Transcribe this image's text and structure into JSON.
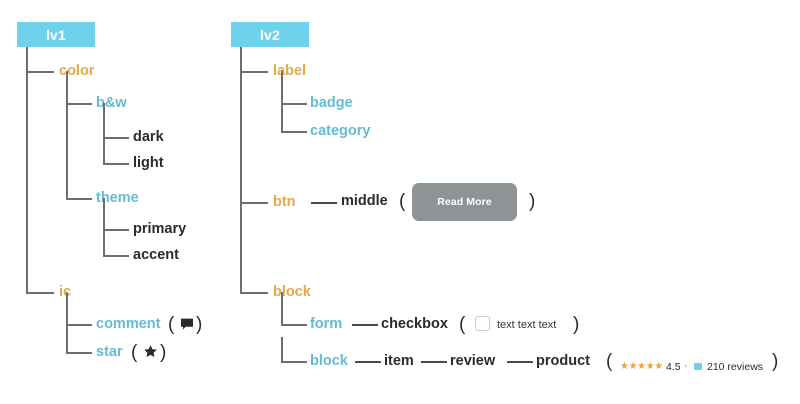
{
  "diagram": {
    "title": "component hierarchy tree",
    "colors": {
      "root_box_bg": "#6FD2EC",
      "level1_text": "#E5A94A",
      "level2_text": "#64BBD2",
      "level3_text": "#2B2B2B",
      "connector": "#6E6E6E",
      "button_bg": "#8E9396",
      "star": "#F0A23C",
      "review_chip": "#6FD2EC"
    },
    "trees": [
      {
        "root": "lv1",
        "nodes": [
          {
            "label": "color",
            "level": 1
          },
          {
            "label": "b&w",
            "level": 2
          },
          {
            "label": "dark",
            "level": 3
          },
          {
            "label": "light",
            "level": 3
          },
          {
            "label": "theme",
            "level": 2
          },
          {
            "label": "primary",
            "level": 3
          },
          {
            "label": "accent",
            "level": 3
          },
          {
            "label": "ic",
            "level": 1
          },
          {
            "label": "comment",
            "level": 2,
            "icon": "comment-icon",
            "glyph": "⬛"
          },
          {
            "label": "star",
            "level": 2,
            "icon": "star-icon",
            "glyph": "★"
          }
        ]
      },
      {
        "root": "lv2",
        "nodes": [
          {
            "label": "label",
            "level": 1
          },
          {
            "label": "badge",
            "level": 2
          },
          {
            "label": "category",
            "level": 2
          },
          {
            "label": "btn",
            "level": 1
          },
          {
            "label": "middle",
            "level": 3
          },
          {
            "label": "block",
            "level": 1
          },
          {
            "label": "form",
            "level": 2
          },
          {
            "label": "checkbox",
            "level": 3
          },
          {
            "label": "block",
            "level": 2
          },
          {
            "label": "item",
            "level": 3
          },
          {
            "label": "review",
            "level": 3
          },
          {
            "label": "product",
            "level": 3
          }
        ]
      }
    ],
    "widgets": {
      "read_more_button": {
        "label": "Read More"
      },
      "checkbox": {
        "label": "text text text",
        "checked": false
      },
      "rating": {
        "stars": "★★★★★",
        "value": "4.5",
        "separator": "·",
        "review_count": "210 reviews"
      }
    },
    "parens": {
      "open": "(",
      "close": ")"
    }
  }
}
